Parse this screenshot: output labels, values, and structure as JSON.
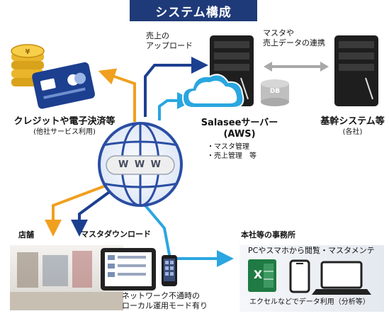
{
  "title": "システム構成",
  "labels": {
    "upload": [
      "売上の",
      "アップロード"
    ],
    "sync": [
      "マスタや",
      "売上データの連携"
    ],
    "credit_title": "クレジットや電子決済等",
    "credit_sub": "(他社サービス利用)",
    "server_title": "Salaseeサーバー",
    "server_sub": "(AWS)",
    "server_items": [
      "・マスタ管理",
      "・売上管理　等"
    ],
    "db": "DB",
    "core_title": "基幹システム等",
    "core_sub": "(各社)",
    "www": "W W W",
    "store": "店舗",
    "master_download": "マスタダウンロード",
    "hq": "本社等の事務所",
    "hq_browse": "PCやスマホから閲覧・マスタメンテ",
    "excel_note": "エクセルなどでデータ利用（分析等）",
    "offline": [
      "ネットワーク不通時の",
      "ローカル運用モード有り"
    ],
    "excel_letter": "X"
  },
  "colors": {
    "title_bg": "#1f3a78",
    "orange": "#f0a020",
    "navy": "#1c3f8f",
    "cyan": "#2aa6e0",
    "gray": "#a8a8a8",
    "globe": "#2b4ea3",
    "excel": "#1f7a43"
  }
}
